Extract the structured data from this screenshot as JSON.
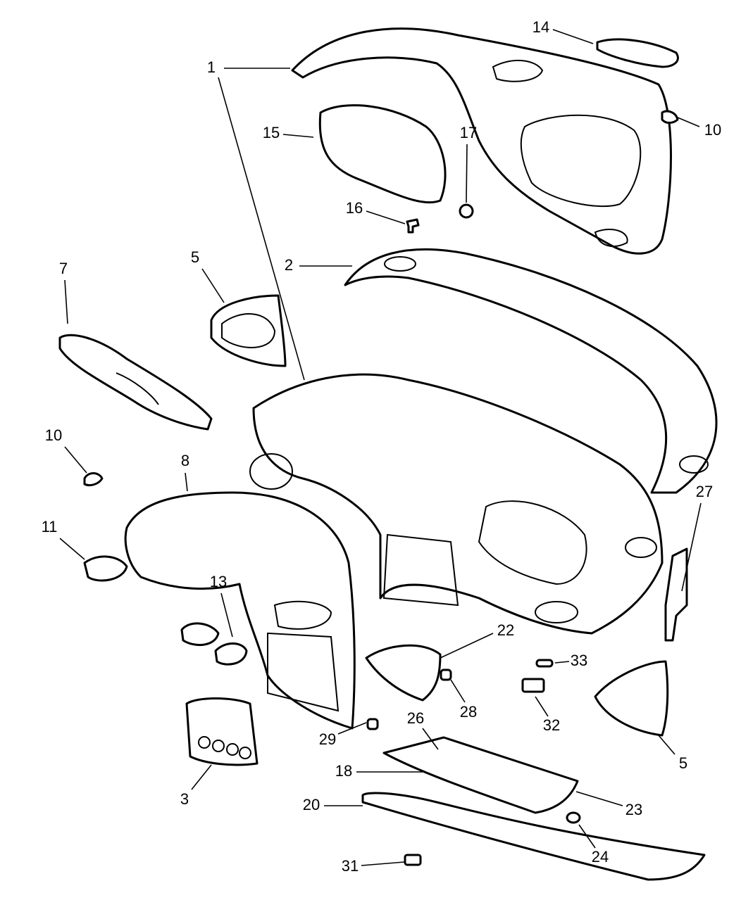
{
  "diagram": {
    "type": "exploded-parts-view",
    "line_color": "#000000",
    "background": "#ffffff",
    "callouts": [
      {
        "label": "1"
      },
      {
        "label": "14"
      },
      {
        "label": "10"
      },
      {
        "label": "15"
      },
      {
        "label": "17"
      },
      {
        "label": "16"
      },
      {
        "label": "5"
      },
      {
        "label": "2"
      },
      {
        "label": "7"
      },
      {
        "label": "10"
      },
      {
        "label": "8"
      },
      {
        "label": "27"
      },
      {
        "label": "11"
      },
      {
        "label": "13"
      },
      {
        "label": "22"
      },
      {
        "label": "33"
      },
      {
        "label": "28"
      },
      {
        "label": "32"
      },
      {
        "label": "26"
      },
      {
        "label": "29"
      },
      {
        "label": "5"
      },
      {
        "label": "3"
      },
      {
        "label": "18"
      },
      {
        "label": "23"
      },
      {
        "label": "20"
      },
      {
        "label": "24"
      },
      {
        "label": "31"
      }
    ]
  }
}
